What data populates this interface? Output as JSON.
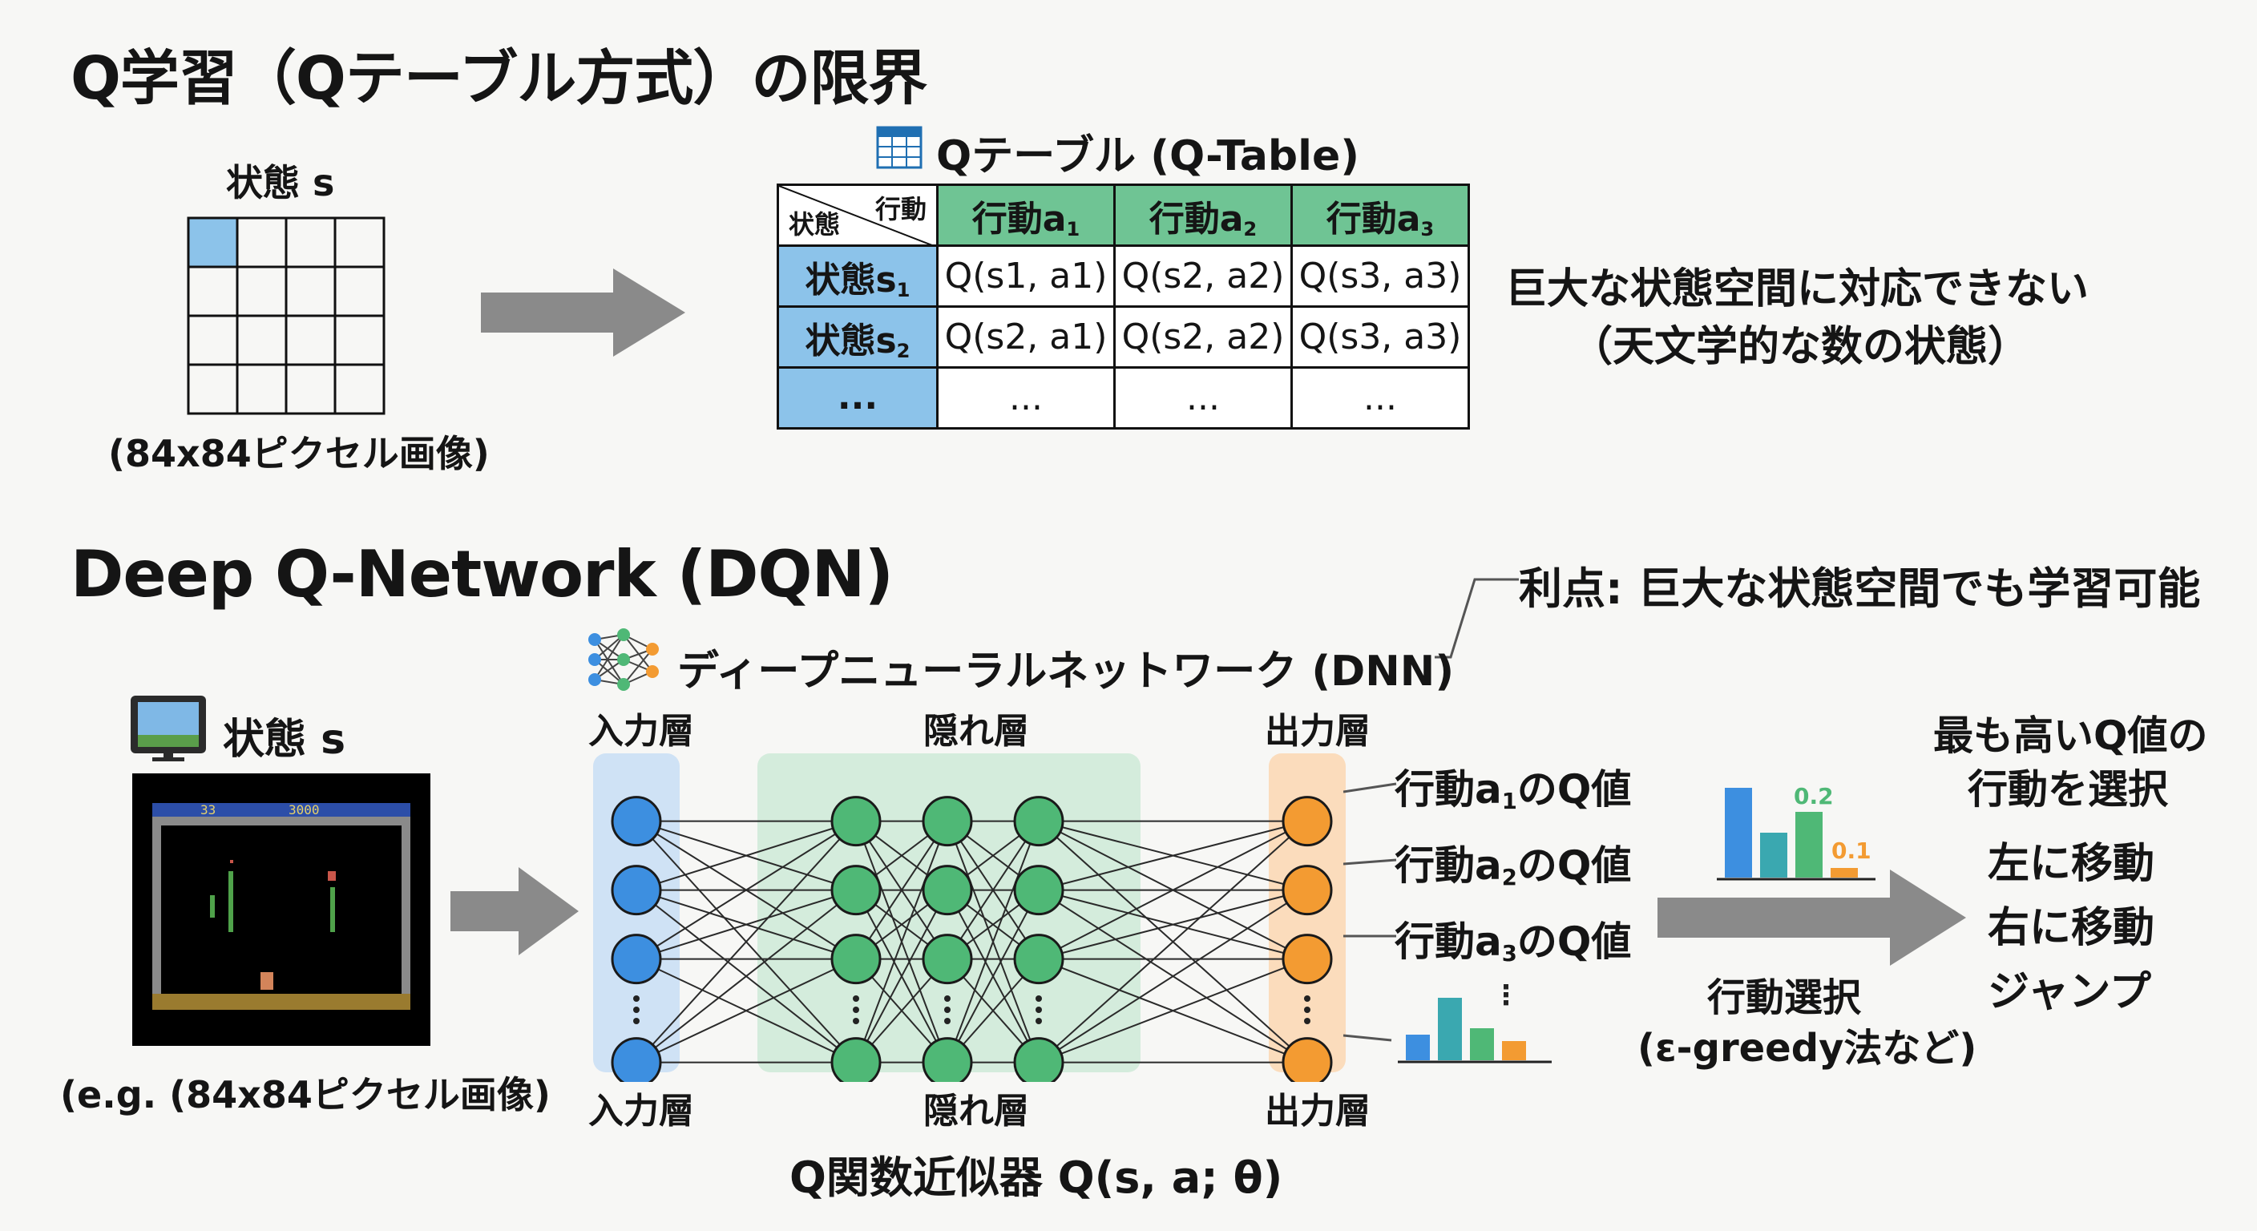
{
  "top": {
    "title": "Q学習（Qテーブル方式）の限界",
    "state_label": "状態 s",
    "pixel_caption": "(84x84ピクセル画像)",
    "table_title": "Qテーブル (Q-Table)",
    "corner_action": "行動",
    "corner_state": "状態",
    "headers": [
      {
        "main": "行動a",
        "sub": "1"
      },
      {
        "main": "行動a",
        "sub": "2"
      },
      {
        "main": "行動a",
        "sub": "3"
      }
    ],
    "rows": [
      {
        "label": "状態s",
        "sub": "1",
        "cells": [
          "Q(s1, a1)",
          "Q(s2, a2)",
          "Q(s3, a3)"
        ]
      },
      {
        "label": "状態s",
        "sub": "2",
        "cells": [
          "Q(s2, a1)",
          "Q(s2, a2)",
          "Q(s3, a3)"
        ]
      },
      {
        "label": "...",
        "sub": "",
        "cells": [
          "...",
          "...",
          "..."
        ]
      }
    ],
    "limit_line1": "巨大な状態空間に対応できない",
    "limit_line2": "（天文学的な数の状態）"
  },
  "bottom": {
    "title": "Deep Q-Network (DQN)",
    "advantage": "利点: 巨大な状態空間でも学習可能",
    "dnn_label": "ディープニューラルネットワーク (DNN)",
    "state_label": "状態 s",
    "game_score_left": "33",
    "game_score_right": "3000",
    "example_caption": "(e.g. (84x84ピクセル画像)",
    "input_layer": "入力層",
    "hidden_layer": "隠れ層",
    "output_layer": "出力層",
    "outputs": [
      {
        "pre": "行動a",
        "sub": "1",
        "post": "のQ値"
      },
      {
        "pre": "行動a",
        "sub": "2",
        "post": "のQ値"
      },
      {
        "pre": "行動a",
        "sub": "3",
        "post": "のQ値"
      }
    ],
    "approximator": "Q関数近似器 Q(s, a; θ)",
    "select_line1": "行動選択",
    "select_line2": "(ε-greedy法など)",
    "bar_value_a": "0.2",
    "bar_value_b": "0.1",
    "best_line1": "最も高いQ値の",
    "best_line2": "行動を選択",
    "actions": [
      "左に移動",
      "右に移動",
      "ジャンプ"
    ]
  },
  "colors": {
    "blue": "#3d8fe0",
    "green": "#4fb876",
    "orange": "#f39b32",
    "teal": "#3aa8b0",
    "arrow": "#8a8a8a"
  }
}
